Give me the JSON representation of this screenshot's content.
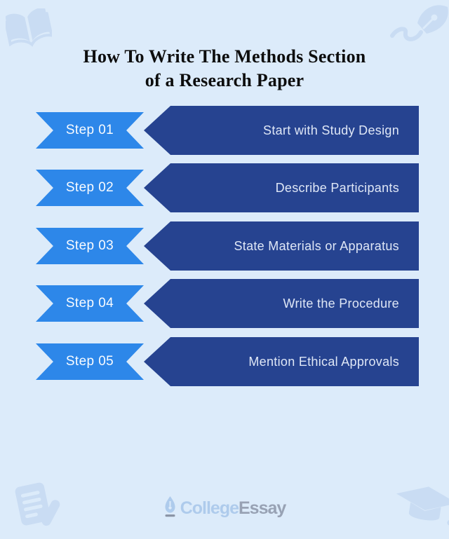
{
  "title": {
    "line1": "How To Write The Methods Section",
    "line2": "of a Research Paper"
  },
  "steps": [
    {
      "label": "Step 01",
      "text": "Start with Study Design"
    },
    {
      "label": "Step 02",
      "text": "Describe Participants"
    },
    {
      "label": "Step 03",
      "text": "State Materials or Apparatus"
    },
    {
      "label": "Step 04",
      "text": "Write the Procedure"
    },
    {
      "label": "Step 05",
      "text": "Mention Ethical Approvals"
    }
  ],
  "footer": {
    "brand_college": "College",
    "brand_essay": "Essay"
  },
  "icons": [
    "open-book-icon",
    "pen-nib-ink-icon",
    "document-pencil-icon",
    "graduation-cap-icon",
    "pen-nib-logo-icon"
  ],
  "colors": {
    "background": "#dcebfa",
    "step_badge_blue": "#2d87e9",
    "step_bar_navy": "#264390",
    "corner_icon_blue": "#c9dcf3",
    "title_text": "#0d0d0d",
    "bar_text": "#dfe7f6",
    "badge_text": "#f8fbff",
    "logo_college_blue": "#aecbec",
    "logo_essay_gray": "#98a2b4"
  }
}
